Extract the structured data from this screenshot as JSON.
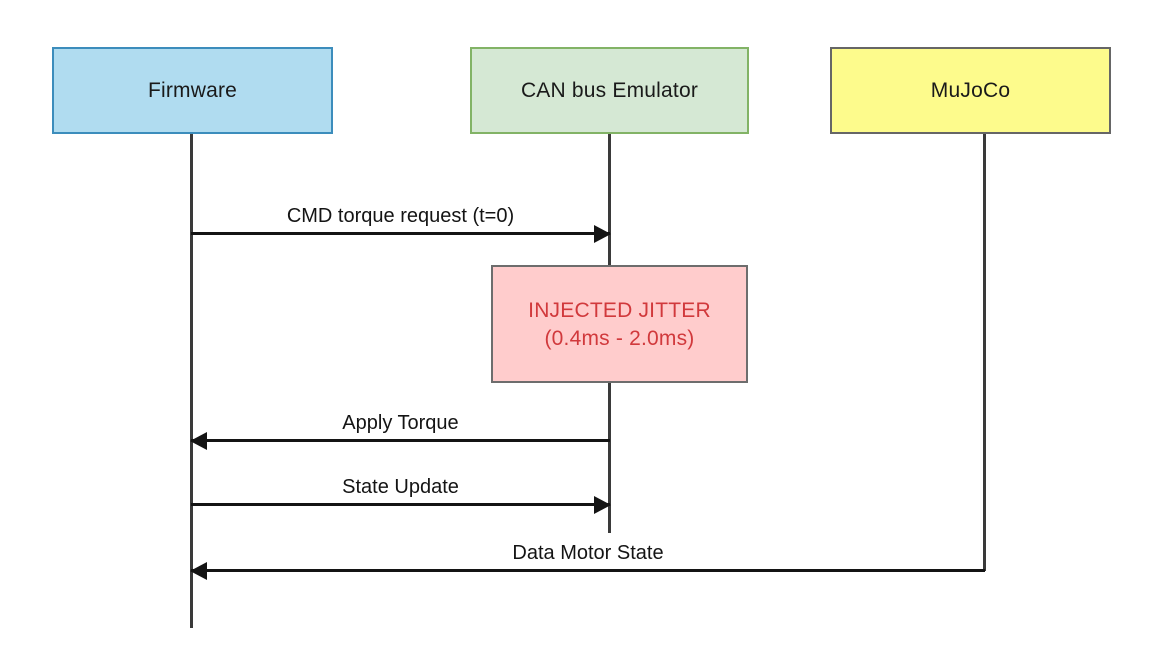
{
  "diagram": {
    "type": "sequence-diagram",
    "background": "#ffffff"
  },
  "participants": [
    {
      "id": "firmware",
      "label": "Firmware",
      "fill": "#b0dcf0",
      "stroke": "#3c8dbc"
    },
    {
      "id": "can-bus-emulator",
      "label": "CAN bus Emulator",
      "fill": "#d5e8d4",
      "stroke": "#82b366"
    },
    {
      "id": "mujoco",
      "label": "MuJoCo",
      "fill": "#fdfb8c",
      "stroke": "#666666"
    }
  ],
  "activations": [
    {
      "id": "injected-jitter",
      "on": "can-bus-emulator",
      "title": "INJECTED JITTER",
      "range": "(0.4ms - 2.0ms)",
      "fill": "#ffcccc",
      "stroke": "#6d6d6d",
      "text_color": "#d1393c"
    }
  ],
  "messages": [
    {
      "id": "cmd-torque-request",
      "label": "CMD torque request (t=0)",
      "from": "firmware",
      "to": "can-bus-emulator",
      "direction": "right"
    },
    {
      "id": "apply-torque",
      "label": "Apply Torque",
      "from": "can-bus-emulator",
      "to": "firmware",
      "direction": "left"
    },
    {
      "id": "state-update",
      "label": "State Update",
      "from": "firmware",
      "to": "can-bus-emulator",
      "direction": "right"
    },
    {
      "id": "data-motor-state",
      "label": "Data Motor State",
      "from": "mujoco",
      "to": "firmware",
      "direction": "left"
    }
  ]
}
